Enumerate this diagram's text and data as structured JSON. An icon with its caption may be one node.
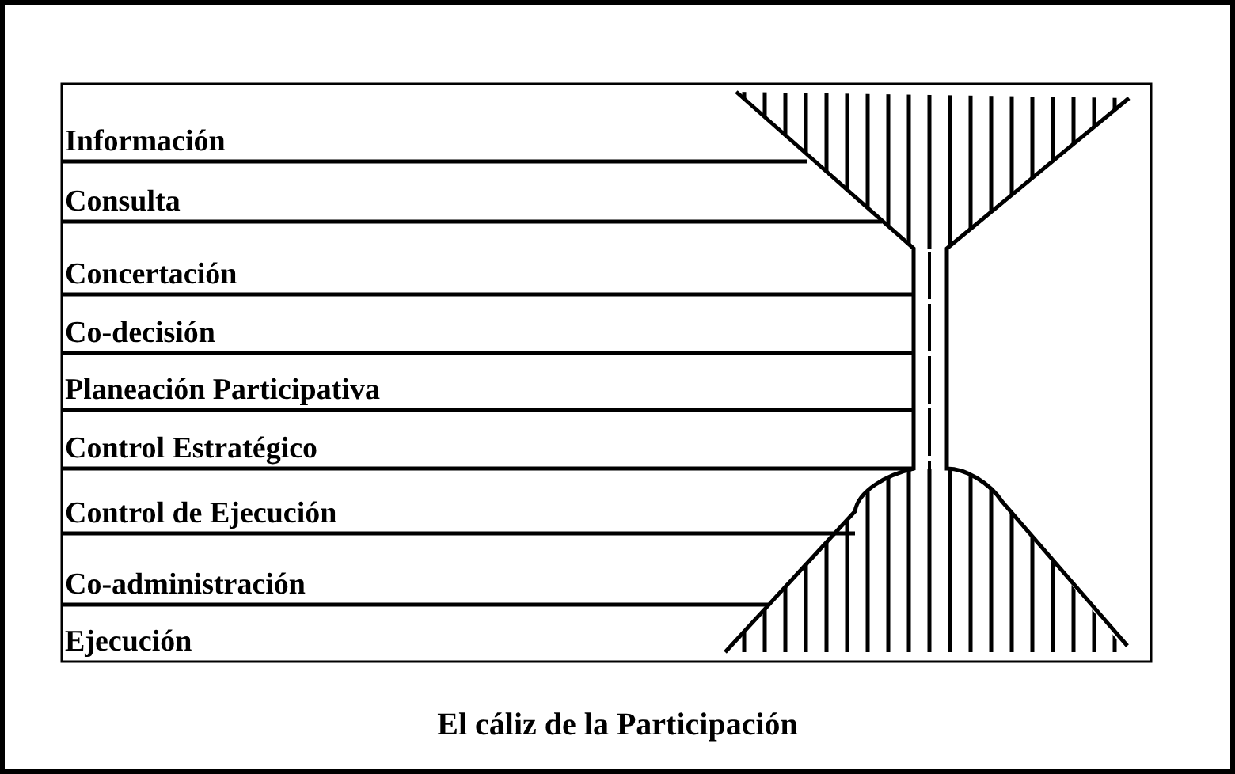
{
  "diagram": {
    "caption": "El cáliz de la Participación",
    "labels": [
      "Información",
      "Consulta",
      "Concertación",
      "Co-decisión",
      "Planeación Participativa",
      "Control Estratégico",
      "Control de Ejecución",
      "Co-administración",
      "Ejecución"
    ]
  }
}
